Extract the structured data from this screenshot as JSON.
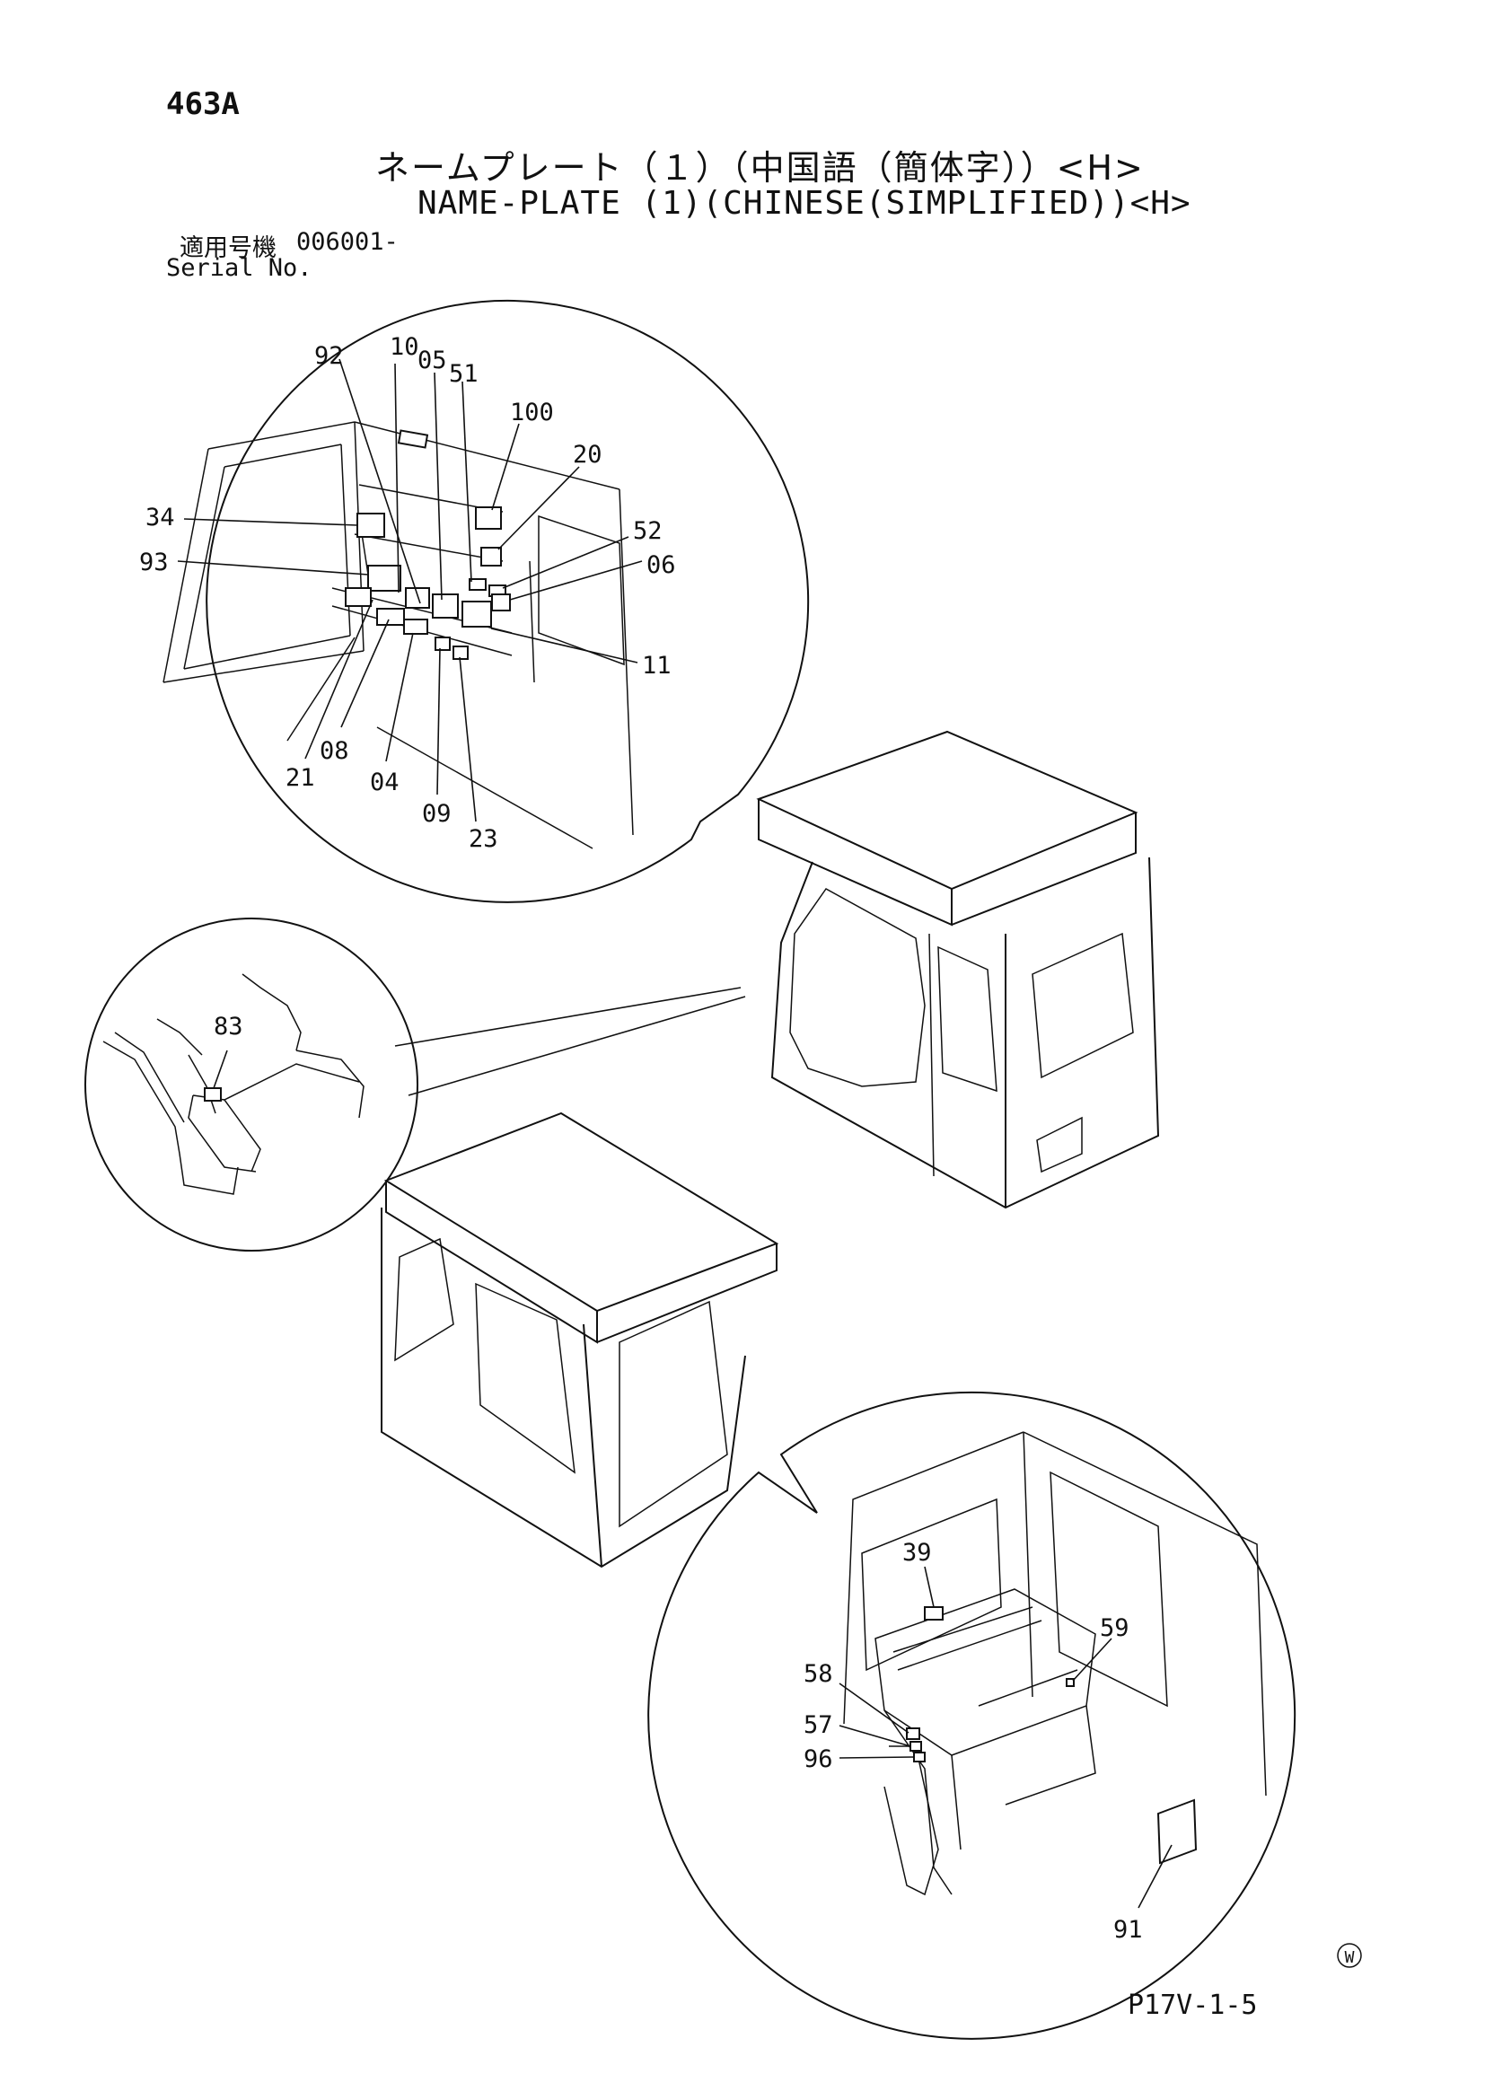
{
  "header": {
    "page_code": "463A",
    "title_jp": "ネームプレート（１）（中国語（簡体字））<H>",
    "title_en": "NAME-PLATE (1)(CHINESE(SIMPLIFIED))<H>",
    "serial_label_jp": "適用号機",
    "serial_value": "006001-",
    "serial_label_en": "Serial No."
  },
  "callouts": {
    "top_detail": [
      "92",
      "10",
      "05",
      "51",
      "100",
      "20",
      "34",
      "52",
      "93",
      "06",
      "11",
      "21",
      "08",
      "04",
      "09",
      "23"
    ],
    "lever_detail": [
      "83"
    ],
    "bottom_detail": [
      "39",
      "59",
      "58",
      "57",
      "96",
      "91"
    ]
  },
  "footer": {
    "watermark_symbol": "W",
    "page_ref": "P17V-1-5"
  }
}
